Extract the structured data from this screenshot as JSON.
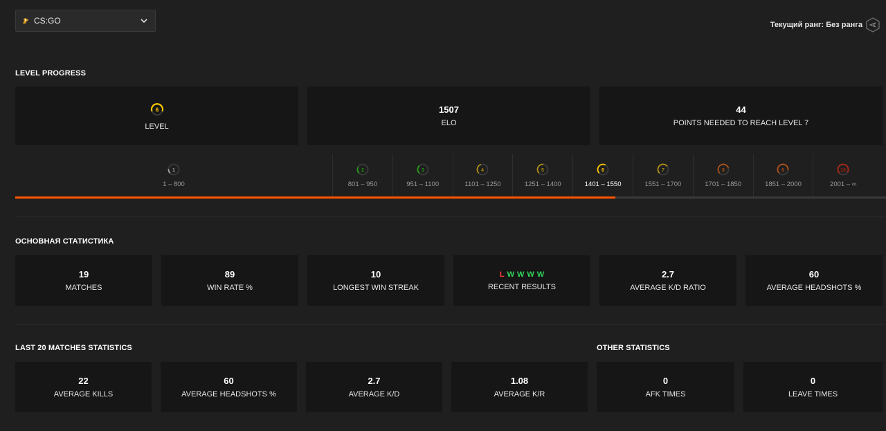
{
  "header": {
    "game_name": "CS:GO",
    "current_rank": "Текущий ранг: Без ранга",
    "icons": {
      "game": "csgo-logo-icon",
      "dropdown": "chevron-down-icon",
      "rank": "rank-badge-icon"
    }
  },
  "level_progress": {
    "title": "LEVEL PROGRESS",
    "level": {
      "value": "6",
      "label": "LEVEL"
    },
    "elo": {
      "value": "1507",
      "label": "ELO"
    },
    "points_needed": {
      "value": "44",
      "label": "POINTS NEEDED TO REACH LEVEL 7"
    },
    "progress_fraction": 0.689,
    "accent_color": "#ff5500",
    "current_level": 6,
    "levels": [
      {
        "level": "1",
        "range": "1 – 800",
        "color": "#eeeeee"
      },
      {
        "level": "2",
        "range": "801 – 950",
        "color": "#1ce400"
      },
      {
        "level": "3",
        "range": "951 – 1100",
        "color": "#1ce400"
      },
      {
        "level": "4",
        "range": "1101 – 1250",
        "color": "#ffc800"
      },
      {
        "level": "5",
        "range": "1251 – 1400",
        "color": "#ffc800"
      },
      {
        "level": "6",
        "range": "1401 – 1550",
        "color": "#ffc800"
      },
      {
        "level": "7",
        "range": "1551 – 1700",
        "color": "#ffc800"
      },
      {
        "level": "8",
        "range": "1701 – 1850",
        "color": "#ff6309"
      },
      {
        "level": "9",
        "range": "1851 – 2000",
        "color": "#ff6309"
      },
      {
        "level": "10",
        "range": "2001 – ∞",
        "color": "#fe1f00"
      }
    ]
  },
  "main_stats": {
    "title": "ОСНОВНАЯ СТАТИСТИКА",
    "matches": {
      "value": "19",
      "label": "MATCHES"
    },
    "win_rate": {
      "value": "89",
      "label": "WIN RATE %"
    },
    "longest_streak": {
      "value": "10",
      "label": "LONGEST WIN STREAK"
    },
    "recent_results": {
      "label": "RECENT RESULTS",
      "results": [
        "L",
        "W",
        "W",
        "W",
        "W"
      ],
      "win_color": "#32d35a",
      "loss_color": "#ff3d3d"
    },
    "kd_ratio": {
      "value": "2.7",
      "label": "AVERAGE K/D RATIO"
    },
    "headshots": {
      "value": "60",
      "label": "AVERAGE HEADSHOTS %"
    }
  },
  "last20": {
    "title": "LAST 20 MATCHES STATISTICS",
    "kills": {
      "value": "22",
      "label": "AVERAGE KILLS"
    },
    "headshots": {
      "value": "60",
      "label": "AVERAGE HEADSHOTS %"
    },
    "kd": {
      "value": "2.7",
      "label": "AVERAGE K/D"
    },
    "kr": {
      "value": "1.08",
      "label": "AVERAGE K/R"
    }
  },
  "other": {
    "title": "OTHER STATISTICS",
    "afk": {
      "value": "0",
      "label": "AFK TIMES"
    },
    "leave": {
      "value": "0",
      "label": "LEAVE TIMES"
    }
  }
}
